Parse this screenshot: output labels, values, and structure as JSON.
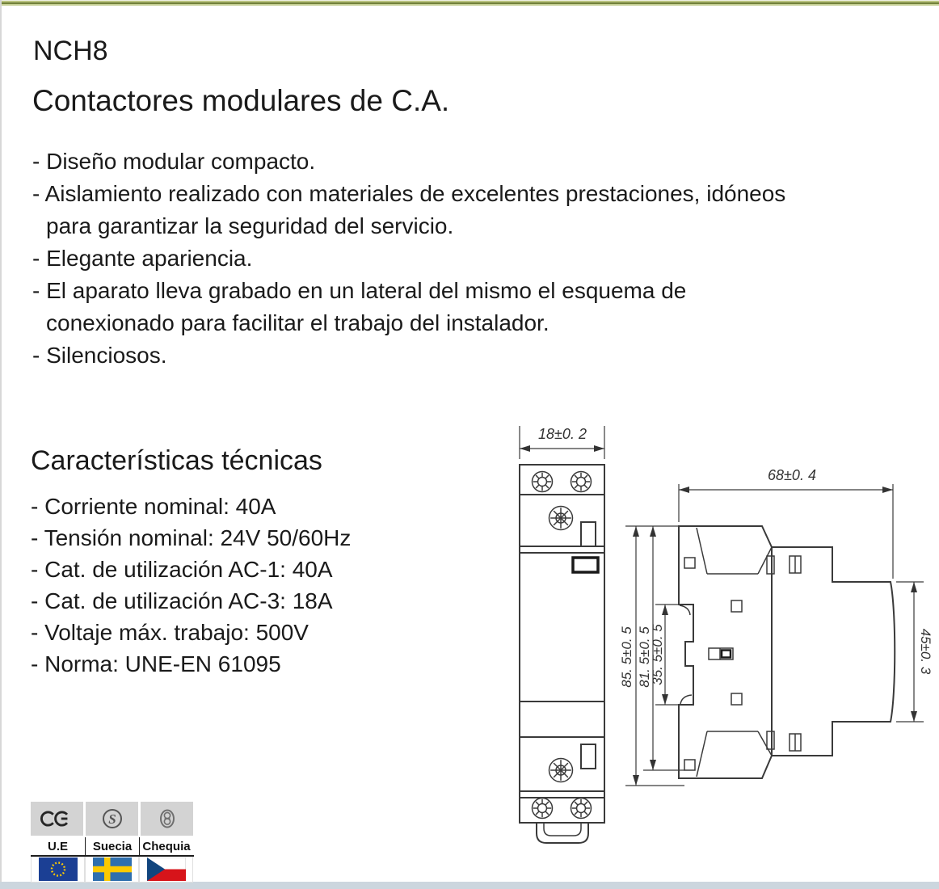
{
  "document": {
    "model": "NCH8",
    "title": "Contactores modulares de C.A.",
    "features": [
      "- Diseño modular compacto.",
      "- Aislamiento realizado con materiales de excelentes prestaciones, idóneos\npara garantizar la seguridad del servicio.",
      "- Elegante apariencia.",
      "- El aparato lleva grabado en un lateral del mismo el esquema de\nconexionado para facilitar el trabajo del instalador.",
      "- Silenciosos."
    ],
    "tech_heading": "Características técnicas",
    "specs": [
      "- Corriente nominal: 40A",
      "- Tensión nominal: 24V 50/60Hz",
      "- Cat. de utilización AC-1: 40A",
      "- Cat. de utilización AC-3: 18A",
      "- Voltaje máx. trabajo: 500V",
      "- Norma: UNE-EN 61095"
    ]
  },
  "drawing": {
    "front_width": "18±0. 2",
    "side_width": "68±0. 4",
    "height_total": "85. 5±0. 5",
    "height_body": "81. 5±0. 5",
    "height_rail": "35. 5±0. 5",
    "depth": "45±0. 3"
  },
  "certifications": {
    "cells": [
      {
        "region": "U.E"
      },
      {
        "region": "Suecia"
      },
      {
        "region": "Chequia"
      }
    ]
  },
  "colors": {
    "top_band_olive": "#72813a",
    "bottom_band": "#ccd6de",
    "drawing_line": "#3a3a3a",
    "mark_cell_gray": "#d3d3d3",
    "eu_blue": "#1b3f94",
    "sweden_blue": "#2f6fae",
    "sweden_yellow": "#fdca00",
    "czech_red": "#d7141a",
    "czech_blue": "#11457e"
  }
}
